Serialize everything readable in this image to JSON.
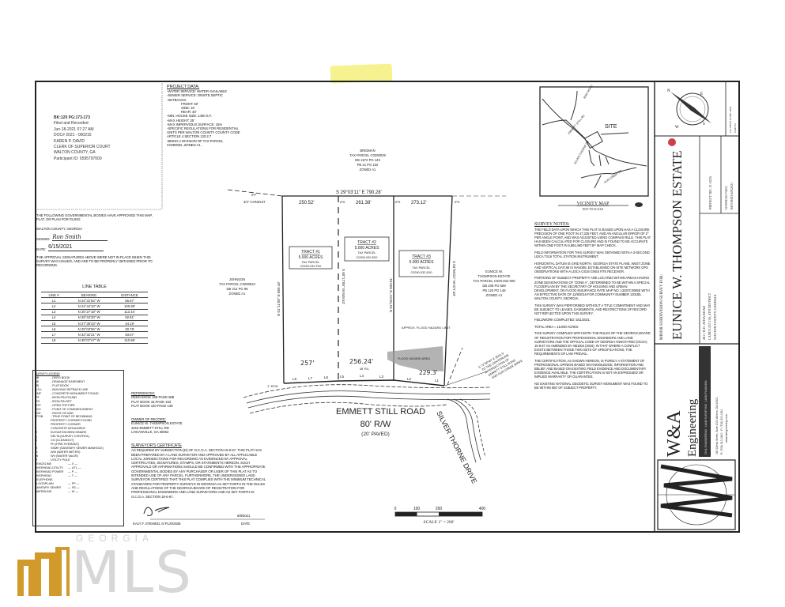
{
  "recording": {
    "lines": [
      "BK:120 PG:173-173",
      "Filed and Recorded",
      "Jun-18-2021 07:27 AM",
      "DOC# 2021 - 000215",
      "KAREN P. DAVID",
      "CLERK OF SUPERIOR COURT",
      "WALTON COUNTY, GA",
      "Participant ID: 0595797000"
    ]
  },
  "project_data": {
    "title": "PROJECT DATA:",
    "lines": [
      "-WATER SERVICE: WATER AVAILABLE",
      "-SEWER SERVICE: ONSITE SEPTIC",
      "-SETBACKS:",
      "FRONT: 50'",
      "SIDE: 15'",
      "REAR: 40'",
      "-MIN. HOUSE SIZE: 1400 S.F.",
      "-MAX HEIGHT: 35'",
      "-MAX IMPERVIOUS SURFACE: 15%",
      "-SPECIFIC REGULATIONS FOR RESIDENTIAL",
      "UNITS PER WALTON COUNTY COUNTY CODE",
      "ARTICLE 4 SECTION 120.2.7",
      "-BEING A DIVISION OF TAX PARCEL",
      "C0290032, ZONED A1."
    ]
  },
  "approval": {
    "text": "THE FOLLOWING GOVERNMENTAL BODIES HAVE APPROVED THIS MAP, PLAT, OR PLAN FOR FILING:",
    "county": "WALTON COUNTY, GEORGIA",
    "signed_label": "SIGNED:",
    "signed_value": "Ron Smith",
    "date_label": "DATE:",
    "date_value": "6/15/2021",
    "note": "THE APPROVAL SIGNATURES ABOVE WERE NOT IN PLACE WHEN THIS SURVEY WAS ISSUED, AND ARE TO BE PROPERLY OBTAINED PRIOR TO RECORDING."
  },
  "line_table": {
    "title": "LINE TABLE",
    "headers": [
      "LINE #",
      "BEARING",
      "DISTANCE"
    ],
    "rows": [
      [
        "L1",
        "N 24°31'54\" W",
        "55.67'"
      ],
      [
        "L2",
        "N 24°44'10\" W",
        "100.90'"
      ],
      [
        "L3",
        "N 25°27'18\" W",
        "113.44'"
      ],
      [
        "L4",
        "N 28°34'30\" W",
        "92.81'"
      ],
      [
        "L5",
        "N 27°36'43\" W",
        "44.19'"
      ],
      [
        "L6",
        "N 29°03'56\" W",
        "30.78'"
      ],
      [
        "L7",
        "N 33°32'21\" W",
        "93.07'"
      ],
      [
        "L8",
        "N 38°07'47\" W",
        "110.86'"
      ]
    ]
  },
  "legend": {
    "title": "SURVEY LEGEND",
    "items": [
      [
        "DB",
        "- DEED BOOK"
      ],
      [
        "DE",
        "- DRAINAGE EASEMENT"
      ],
      [
        "PB",
        "- PLAT BOOK"
      ],
      [
        "B.S.L.",
        "- BUILDING SETBACK LINE"
      ],
      [
        "CMF",
        "- CONCRETE MONUMENT FOUND"
      ],
      [
        "IPF",
        "- IRON PIN FOUND"
      ],
      [
        "IPS",
        "- IRON PIN SET"
      ],
      [
        "OTP",
        "- OPEN TOP PIPE"
      ],
      [
        "POC",
        "- POINT OF COMMENCEMENT"
      ],
      [
        "R/W",
        "- RIGHT-OF-WAY"
      ],
      [
        "TPOB",
        "- TRUE POINT OF BEGINNING"
      ],
      [
        "●",
        "PROPERTY CORNER FOUND"
      ],
      [
        "○",
        "PROPERTY CORNER"
      ],
      [
        "■",
        "CONCRETE MONUMENT"
      ],
      [
        "⊕",
        "ELEVATION BENCHMARK"
      ],
      [
        "△",
        "DELTA (SURVEY CONTROL)"
      ],
      [
        "⊙",
        "CO (CLEANOUT)"
      ],
      [
        "♁",
        "FH (FIRE HYDRANT)"
      ],
      [
        "◎",
        "SSMH (SANITARY SEWER MANHOLE)"
      ],
      [
        "▭",
        "WM (WATER METER)"
      ],
      [
        "⋈",
        "WV (WATER VALVE)"
      ],
      [
        "⊘",
        "UTILITY POLE"
      ],
      [
        "FENCELINE",
        "— x —"
      ],
      [
        "OVERHEAD UTILITY",
        "— UTL —"
      ],
      [
        "OVERHEAD POWER",
        "— P —"
      ],
      [
        "OVERHEAD TELEPHONE",
        "— T —"
      ],
      [
        "FLOODPLAIN",
        "— FP —"
      ],
      [
        "SANITARY SEWER",
        "— SS —"
      ],
      [
        "WATERLINE",
        "— W —"
      ]
    ]
  },
  "references": {
    "title": "REFERENCES:",
    "lines": [
      "DEED BOOK 208 PAGE 589",
      "PLAT BOOK 15 PAGE 153",
      "PLAT BOOK 120 PAGE 148"
    ]
  },
  "owner": {
    "title": "OWNER OF RECORD:",
    "lines": [
      "EUNICE W. THOMPSON ESTATE",
      "3215 EMMETT STILL RD",
      "LOGANVILLE, GA 30052"
    ]
  },
  "surveyor_certificate": {
    "title": "SURVEYOR'S CERTIFICATE",
    "text": "AS REQUIRED BY SUBSECTION (D) OF O.C.G.A. SECTION 15-6-67, THIS PLAT HAS BEEN PREPARED BY A LAND SURVEYOR AND APPROVED BY ALL APPLICABLE LOCAL JURISDICTIONS FOR RECORDING AS EVIDENCED BY APPROVAL CERTIFICATES, SIGNATURES, STAMPS, OR STATEMENTS HEREON. SUCH APPROVALS OR AFFIRMATIONS SHOULD BE CONFIRMED WITH THE APPROPRIATE GOVERNMENTAL BODIES BY ANY PURCHASER OR USER OF THIS PLAT AS TO INTENDED USE OF ANY PARCEL. FURTHERMORE, THE UNDERSIGNED LAND SURVEYOR CERTIFIES THAT THIS PLAT COMPLIES WITH THE MINIMUM TECHNICAL STANDARDS FOR PROPERTY SURVEYS IN GEORGIA AS SET FORTH IN THE RULES AND REGULATIONS OF THE GEORGIA BOARD OF REGISTRATION FOR PROFESSIONAL ENGINEERS AND LAND SURVEYORS AND AS SET FORTH IN O.C.G.A. SECTION 15-6-67.",
    "signer": "KALY F. STEWED, III PLS#2635",
    "date": "6/8/2021",
    "date_label": "DATE"
  },
  "plat": {
    "north_line": "S 29°03'11\" E  790.28'",
    "segments": [
      "250.52'",
      "261.38'",
      "273.12'"
    ],
    "ipf_label": "IPF",
    "ips_label": "IPS",
    "conduit_label": "3/4\" CONDUIT",
    "rebar_label": "1\" ROD",
    "top_owner": [
      "BRIDMAN",
      "TAX PARCEL C0290029",
      "DB 1572 PG 143",
      "PB 21 PG 102",
      "ZONED A1"
    ],
    "left_owner": [
      "JOHNSON",
      "TAX PARCEL C0290024",
      "DB 214 PG 99",
      "ZONED A1"
    ],
    "right_owner": [
      "EUNICE W.",
      "THOMPSON ESTATE",
      "TAX PARCEL C029-032-000",
      "DB 208 PG 589",
      "PB 120 PG 148",
      "ZONED A1"
    ],
    "tracts": [
      {
        "name": "TRACT #1",
        "acres": "5.000 ACRES",
        "parcel_label": "TAX PARCEL",
        "parcel": "C0290-032-F00"
      },
      {
        "name": "TRACT #2",
        "acres": "5.000 ACRES",
        "parcel_label": "TAX PARCEL",
        "parcel": "C0290-032-E00"
      },
      {
        "name": "TRACT #3",
        "acres": "5.000 ACRES",
        "parcel_label": "TAX PARCEL",
        "parcel": "C0290-032-D00"
      }
    ],
    "side_bearings": [
      "N 01°11'05\" E  869.18'",
      "S 00°17'05\" W  849.53'",
      "N 01°04'21\" E  839.01'",
      "S 03°50'22\" W  877.40'"
    ],
    "flood_label": "APPROX. FLOOD HAZARD LIMIT",
    "flood_area_label": "FLOOD HAZARD AREA",
    "handwritten": [
      "257'",
      "256.24'",
      "229.3'"
    ],
    "frontage_note": "38' R/L",
    "lines": [
      "L8",
      "L7",
      "L6",
      "L5",
      "L4",
      "L3",
      "L2",
      "L1"
    ],
    "road_name": "EMMETT STILL ROAD",
    "road_rw": "80' R/W",
    "road_paved": "(20' PAVED)",
    "side_road": "SILVER THORNE DRIVE",
    "poc_note": [
      "S 72°30'46\" E 3041.5'",
      "TO THE CENTERLINE",
      "INTERSECTION OF",
      "EMMETT STILL ROAD",
      "AND GUN CREEK DRIVE"
    ],
    "scale_ticks": [
      "0",
      "100",
      "200",
      "400"
    ],
    "scale_label": "SCALE 1\" = 200'"
  },
  "vicinity_map": {
    "title": "VICINITY MAP",
    "subtitle": "NOT TO SCALE",
    "site_label": "SITE",
    "roads": [
      "BIRD ROAD",
      "EMMETT STILL RD",
      "SILVER THORNE DR",
      "GUN CREEK DR"
    ]
  },
  "survey_notes": {
    "title": "SURVEY NOTES:",
    "paragraphs": [
      "THE FIELD DATA UPON WHICH THIS PLAT IS BASED UPON HAS A CLOSURE PRECISION OF ONE FOOT IN 47,325 FEET, AND AN ANGULAR ERROR OF 2\" PER ANGLE POINT, AND WAS ADJUSTED USING COMPASS RULE. THIS PLAT HAS BEEN CALCULATED FOR CLOSURE AND IS FOUND TO BE ACCURATE WITHIN ONE FOOT IN 5,864,460 FEET BY MAP CHECK.",
      "FIELD INFORMATION FOR THIS SURVEY WAS OBTAINED WITH A 3-SECOND LEICA TS16 TOTAL STATION INSTRUMENT.",
      "HORIZONTAL DATUM IS GRID NORTH, GEORGIA STATE PLANE, WEST ZONE AND VERTICAL DATUM IS NAVD88, ESTABLISHED ON-SITE NETWORK GPS OBSERVATIONS WITH A LEICA GS16 GNSS RTK RECEIVER.",
      "PORTIONS OF SUBJECT PROPERTY ARE LOCATED WITHIN AREAS HAVING ZONE DESIGNATIONS OF \"ZONE A\", DETERMINED TO BE WITHIN A SPECIAL FLOODPLAIN BY THE SECRETARY OF HOUSING AND URBAN DEVELOPMENT, ON FLOOD INSURANCE RATE MAP NO. 13297C0095E WITH AN EFFECTIVE DATE OF 12/8/2016 FOR COMMUNITY NUMBER 130185, WALTON COUNTY, GEORGIA.",
      "THIS SURVEY WAS PERFORMED WITHOUT A TITLE COMMITMENT AND MAY BE SUBJECT TO LEASES, EASEMENTS, AND RESTRICTIONS OF RECORD NOT REFLECTED UPON THIS SURVEY.",
      "FIELDWORK COMPLETED: 5/11/2021.",
      "TOTAL AREA = 15.000 ACRES",
      "THIS SURVEY COMPLIES WITH BOTH THE RULES OF THE GEORGIA BOARD OF REGISTRATION FOR PROFESSIONAL ENGINEERS AND LAND SURVEYORS AND THE OFFICIAL CODE OF GEORGIA ANNOTATED (OCGA) 15-6-67 AS AMENDED BY HB1004 (2016). IN THAT WHERE A CONFLICT EXISTS BETWEEN THOSE TWO SETS OF SPECIFICATIONS, THE REQUIREMENTS OF LAW PREVAIL.",
      "THE CERTIFICATION, AS SHOWN HEREON, IS PURELY A STATEMENT OF PROFESSIONAL OPINION BASED ON KNOWLEDGE, INFORMATION AND BELIEF, AND BASED ON EXISTING FIELD EVIDENCE AND DOCUMENTARY EVIDENCE AVAILABLE. THE CERTIFICATION IS NOT AN EXPRESSED OR IMPLIED WARRANTY OR GUARANTEE.",
      "NO EXISTING NATIONAL GEODETIC SURVEY MONUMENT WAS FOUND TO BE WITHIN 500' OF SUBJECT PROPERTY."
    ]
  },
  "title_block": {
    "grid_note": [
      "GA WEST ZONE 1002",
      "NAD 83"
    ],
    "survey_type": "MINOR SUBDIVISION SURVEY FOR:",
    "client": "EUNICE W. THOMPSON ESTATE",
    "address": [
      "2611 H.D. ATHA ROAD",
      "LAND LOT 216, 4TH DISTRICT",
      "WALTON COUNTY, GEORGIA"
    ],
    "project_no": "PROJECT NO: 21-0225",
    "dated": "DATED 6/7/2021",
    "revised": "REVISED 6/8/2021",
    "firm_name": "W&A",
    "firm_sub": "Engineering",
    "firm_tagline": "CIVIL ENGINEERING · LAND SURVEYING · LAND PLANNING",
    "firm_address": [
      "160 Clerks Street, Suite 2000 Athens, GA 30601",
      "P: (706) 310-0400 · F: (706) 310-0411",
      "www.wengineering.com"
    ],
    "accent": "#c0202a"
  },
  "watermark": {
    "brand_top": "GEORGIA",
    "brand": "MLS",
    "gold": "#d19a2a"
  }
}
